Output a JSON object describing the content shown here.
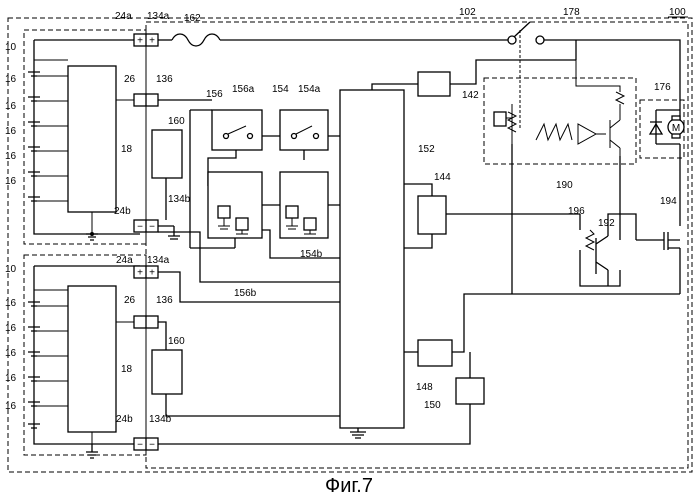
{
  "figure": {
    "caption": "Фиг.7",
    "labels": {
      "l100": "100",
      "l102": "102",
      "l10_top": "10",
      "l10_bottom": "10",
      "l16": "16",
      "l18": "18",
      "l24a": "24a",
      "l24b": "24b",
      "l26": "26",
      "l134a": "134a",
      "l134b": "134b",
      "l136": "136",
      "l142": "142",
      "l144": "144",
      "l148": "148",
      "l150": "150",
      "l152": "152",
      "l154": "154",
      "l154a": "154a",
      "l154b": "154b",
      "l156": "156",
      "l156a": "156a",
      "l156b": "156b",
      "l160": "160",
      "l162": "162",
      "l176": "176",
      "l178": "178",
      "l190": "190",
      "l192": "192",
      "l194": "194",
      "l196": "196"
    },
    "symbols": {
      "plus": "+",
      "minus": "−",
      "motor": "M"
    }
  }
}
